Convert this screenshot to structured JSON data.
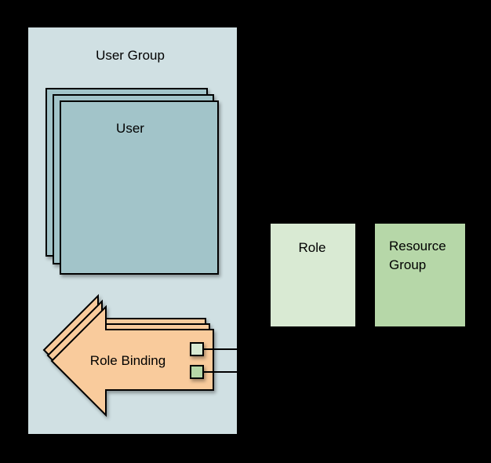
{
  "colors": {
    "background": "#000000",
    "user_group_fill": "#d0e0e3",
    "user_fill": "#a2c4c9",
    "role_binding_fill": "#f9cb9c",
    "role_fill": "#d9ead3",
    "resource_group_fill": "#b6d7a8",
    "outline": "#000000",
    "text": "#000000"
  },
  "diagram": {
    "user_group": {
      "label": "User Group"
    },
    "user": {
      "label": "User",
      "stack_count": 3
    },
    "role_binding": {
      "label": "Role Binding",
      "stack_count": 3
    },
    "role": {
      "label": "Role"
    },
    "resource_group": {
      "label": "Resource Group",
      "label_lines": [
        "Resource",
        "Group"
      ]
    },
    "connectors": [
      {
        "from": "role-binding-port-light-green",
        "to": "role"
      },
      {
        "from": "role-binding-port-green",
        "to": "resource-group"
      }
    ]
  }
}
